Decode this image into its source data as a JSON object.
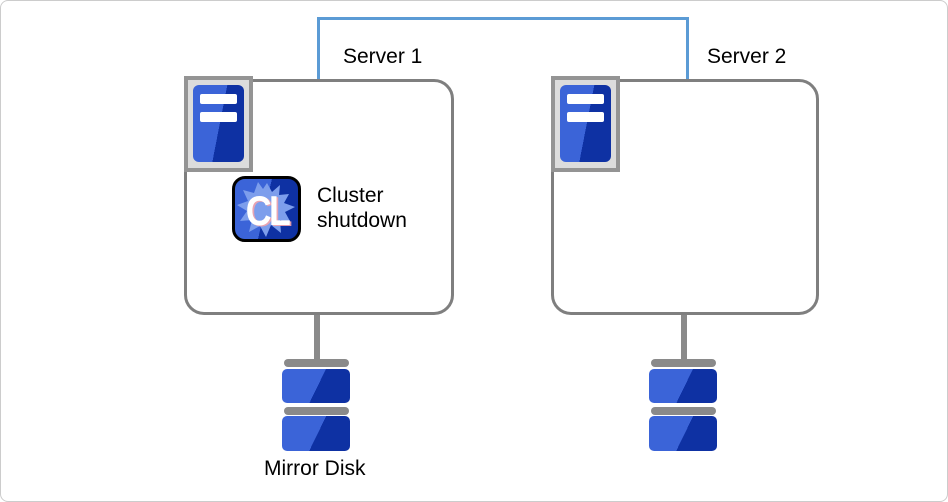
{
  "diagram": {
    "interconnect": {
      "color": "#5B9BD5"
    },
    "servers": [
      {
        "label": "Server 1"
      },
      {
        "label": "Server 2"
      }
    ],
    "annotation": {
      "badge": "CL",
      "text": "Cluster shutdown"
    },
    "disks": [
      {
        "label": "Mirror Disk"
      },
      {
        "label": ""
      }
    ],
    "colors": {
      "blue_light": "#3B64D8",
      "blue_dark": "#0E31A3",
      "interconnect_blue": "#5B9BD5",
      "box_border_gray": "#7F7F7F",
      "disk_gray": "#8A8A8A",
      "icon_frame_gray": "#949494",
      "icon_frame_bg": "#DCDCDC",
      "badge_border": "#000000",
      "splat_blue": "#7D9EEC"
    }
  }
}
